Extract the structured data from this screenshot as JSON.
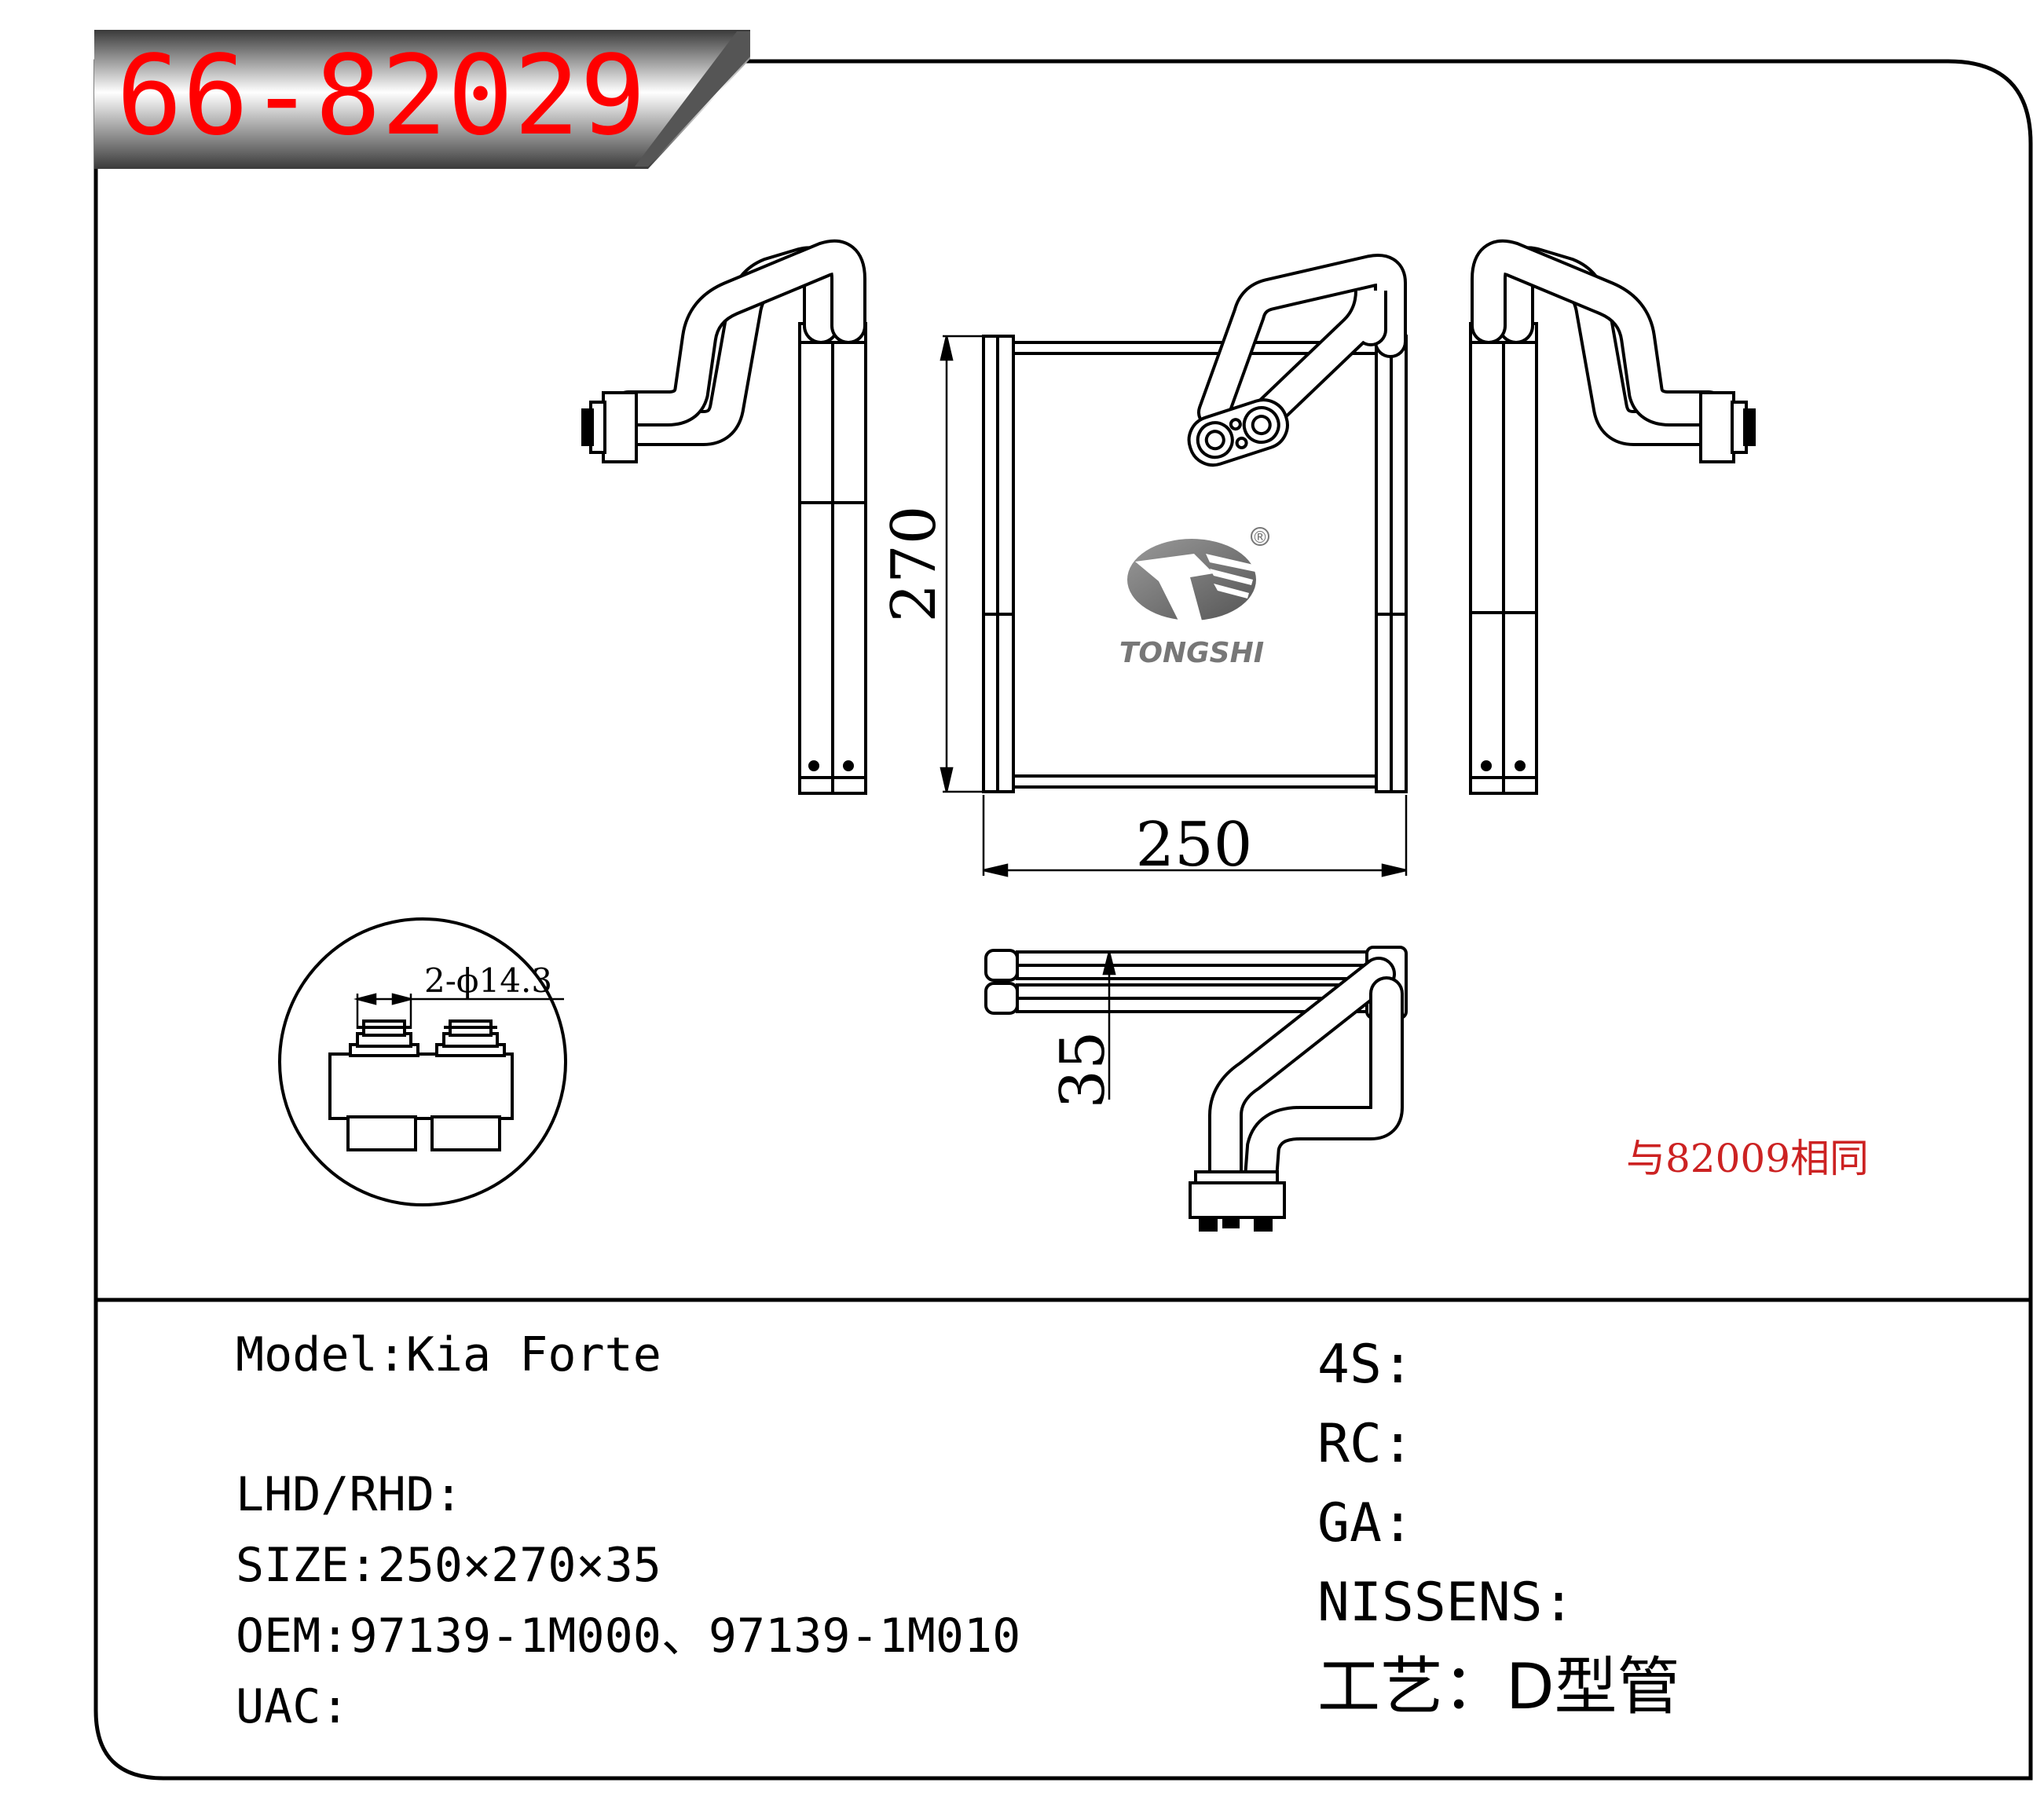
{
  "part_number": "66-82029",
  "brand": {
    "name": "TONGSHI",
    "registered_mark": "®"
  },
  "dimensions": {
    "height": "270",
    "width": "250",
    "depth": "35"
  },
  "fitting_callout": "2-ϕ14.3",
  "note": "与82009相同",
  "specs": {
    "model": "Model:Kia Forte",
    "lhd_rhd": "LHD/RHD:",
    "size": "SIZE:250×270×35",
    "oem": "OEM:97139-1M000、97139-1M010",
    "uac": "UAC:"
  },
  "cross_ref": {
    "fours": "4S:",
    "rc": "RC:",
    "ga": "GA:",
    "nissens": "NISSENS:",
    "process": "工艺：D型管"
  },
  "colors": {
    "part_number": "#ff0000",
    "note": "#cc2222",
    "logo_gray": "#777777",
    "banner_dark": "#333333"
  }
}
